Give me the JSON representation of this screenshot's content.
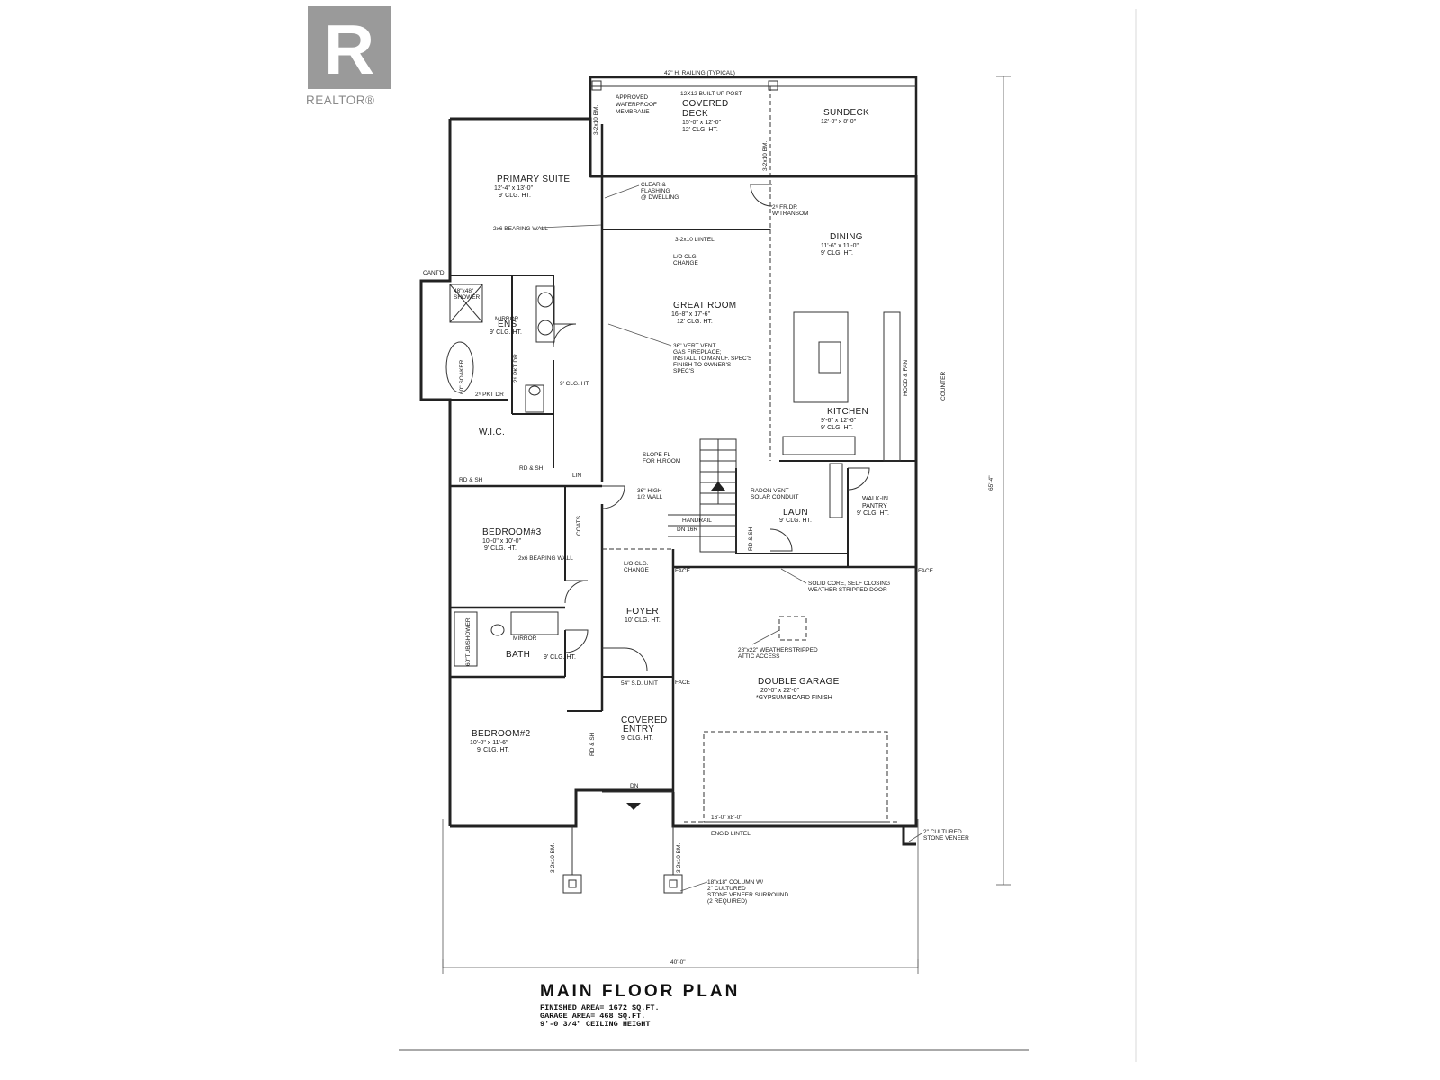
{
  "logo": {
    "word": "REALTOR®",
    "mark": "R"
  },
  "title": "MAIN FLOOR PLAN",
  "stats": [
    "FINISHED AREA= 1672 SQ.FT.",
    "GARAGE AREA= 468 SQ.FT.",
    "9'-0 3/4\" CEILING HEIGHT"
  ],
  "dimensions": {
    "width": "40'-0\"",
    "depth": "65'-4\""
  },
  "rooms": {
    "sundeck": {
      "name": "SUNDECK",
      "size": "12'-0\" x 8'-0\""
    },
    "covered_deck": {
      "name1": "COVERED",
      "name2": "DECK",
      "size": "15'-0\" x 12'-0\"",
      "ceiling": "12' CLG. HT."
    },
    "primary": {
      "name": "PRIMARY SUITE",
      "size": "12'-4\" x 13'-0\"",
      "ceiling": "9' CLG. HT."
    },
    "dining": {
      "name": "DINING",
      "size": "11'-6\" x 11'-0\"",
      "ceiling": "9' CLG. HT."
    },
    "great_room": {
      "name": "GREAT ROOM",
      "size": "16'-8\" x 17'-6\"",
      "ceiling": "12' CLG. HT."
    },
    "ens": {
      "name": "ENS",
      "ceiling": "9' CLG. HT."
    },
    "kitchen": {
      "name": "KITCHEN",
      "size": "9'-6\" x 12'-6\"",
      "ceiling": "9' CLG. HT."
    },
    "wic": {
      "name": "W.I.C."
    },
    "bedroom3": {
      "name": "BEDROOM#3",
      "size": "10'-0\" x 10'-0\"",
      "ceiling": "9' CLG. HT."
    },
    "laun": {
      "name": "LAUN",
      "ceiling": "9' CLG. HT."
    },
    "pantry": {
      "name1": "WALK-IN",
      "name2": "PANTRY",
      "ceiling": "9' CLG. HT."
    },
    "foyer": {
      "name": "FOYER",
      "ceiling": "10' CLG. HT."
    },
    "bath": {
      "name": "BATH",
      "ceiling": "9' CLG. HT."
    },
    "garage": {
      "name": "DOUBLE GARAGE",
      "size": "20'-0\" x 22'-0\"",
      "finish": "*GYPSUM BOARD FINISH"
    },
    "covered_entry": {
      "name1": "COVERED",
      "name2": "ENTRY",
      "ceiling": "9' CLG. HT."
    },
    "bedroom2": {
      "name": "BEDROOM#2",
      "size": "10'-0\" x 11'-6\"",
      "ceiling": "9' CLG. HT."
    }
  },
  "notes": {
    "railing": "42\" H. RAILING (TYPICAL)",
    "membrane1": "APPROVED",
    "membrane2": "WATERPROOF",
    "membrane3": "MEMBRANE",
    "post": "12X12 BUILT UP POST",
    "flashing1": "CLEAR &",
    "flashing2": "FLASHING",
    "flashing3": "@ DWELLING",
    "frdr1": "2⁶ FR.DR",
    "frdr2": "W/TRANSOM",
    "lintel": "3-2x10 LINTEL",
    "bearing1": "2x6 BEARING WALL",
    "clg_change1a": "L/O CLG.",
    "clg_change1b": "CHANGE",
    "fp1": "36\" VERT VENT",
    "fp2": "GAS FIREPLACE;",
    "fp3": "INSTALL TO MANUF. SPEC'S",
    "fp4": "FINISH TO OWNER'S",
    "fp5": "SPEC'S",
    "shower1": "48\"x48\"",
    "shower2": "SHOWER",
    "soaker": "60\" SOAKER",
    "mirror": "MIRROR",
    "pktdr1": "2⁶ PKT DR",
    "pktdr2": "2⁶ PKT DR",
    "ens_clg": "9' CLG. HT.",
    "slope1": "SLOPE FL",
    "slope2": "FOR H.ROOM",
    "halfwall1": "36\" HIGH",
    "halfwall2": "1/2 WALL",
    "radon1": "RADON VENT",
    "radon2": "SOLAR CONDUIT",
    "bearing2": "2x6 BEARING WALL",
    "clg_change2a": "L/O CLG.",
    "clg_change2b": "CHANGE",
    "door1": "SOLID CORE, SELF CLOSING",
    "door2": "WEATHER STRIPPED DOOR",
    "attic1": "28\"x22\" WEATHERSTRIPPED",
    "attic2": "ATTIC ACCESS",
    "sd_unit": "54\" S.D. UNIT",
    "garage_door": "16'-0\" x8'-0\"",
    "engd": "ENG'D LINTEL",
    "veneer1": "2\" CULTURED",
    "veneer2": "STONE VENEER",
    "column1": "18\"x18\" COLUMN W/",
    "column2": "2\" CULTURED",
    "column3": "STONE VENEER SURROUND",
    "column4": "(2 REQUIRED)",
    "tub": "60\"TUB/SHOWER",
    "hood": "HOOD & FAN",
    "counter": "COUNTER",
    "dn": "DN",
    "dn16r": "DN 16R",
    "handrail": "HANDRAIL",
    "cantd": "CANT'D",
    "face": "FACE",
    "lin": "LIN",
    "rdsh": "RD & SH",
    "coats": "COATS",
    "bm": "3-2x10 BM."
  }
}
